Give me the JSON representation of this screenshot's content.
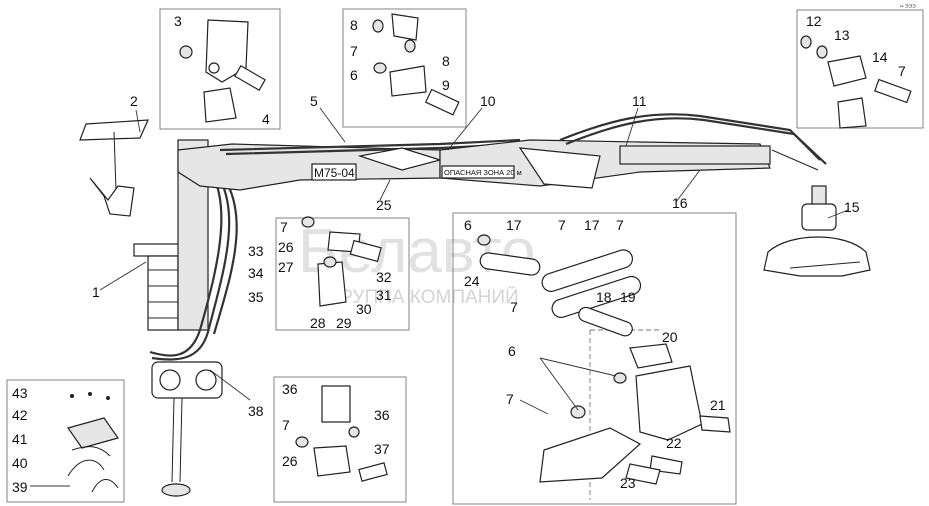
{
  "diagram": {
    "boom_sign": "М75-04",
    "danger_sign": "ОПАСНАЯ ЗОНА 20 м",
    "watermark": {
      "brand": "Белавто",
      "subtitle": "ГРУППА КОМПАНИЙ"
    },
    "corner_mark": "•• ЭЭЭ",
    "callouts": [
      {
        "id": "c1",
        "text": "1"
      },
      {
        "id": "c2",
        "text": "2"
      },
      {
        "id": "c3",
        "text": "3"
      },
      {
        "id": "c4",
        "text": "4"
      },
      {
        "id": "c5",
        "text": "5"
      },
      {
        "id": "c6a",
        "text": "6"
      },
      {
        "id": "c6b",
        "text": "6"
      },
      {
        "id": "c6c",
        "text": "6"
      },
      {
        "id": "c7a",
        "text": "7"
      },
      {
        "id": "c7b",
        "text": "7"
      },
      {
        "id": "c7c",
        "text": "7"
      },
      {
        "id": "c7d",
        "text": "7"
      },
      {
        "id": "c7e",
        "text": "7"
      },
      {
        "id": "c7f",
        "text": "7"
      },
      {
        "id": "c7g",
        "text": "7"
      },
      {
        "id": "c7h",
        "text": "7"
      },
      {
        "id": "c8a",
        "text": "8"
      },
      {
        "id": "c8b",
        "text": "8"
      },
      {
        "id": "c9",
        "text": "9"
      },
      {
        "id": "c10",
        "text": "10"
      },
      {
        "id": "c11",
        "text": "11"
      },
      {
        "id": "c12",
        "text": "12"
      },
      {
        "id": "c13",
        "text": "13"
      },
      {
        "id": "c14",
        "text": "14"
      },
      {
        "id": "c15",
        "text": "15"
      },
      {
        "id": "c16",
        "text": "16"
      },
      {
        "id": "c17a",
        "text": "17"
      },
      {
        "id": "c17b",
        "text": "17"
      },
      {
        "id": "c18",
        "text": "18"
      },
      {
        "id": "c19",
        "text": "19"
      },
      {
        "id": "c20",
        "text": "20"
      },
      {
        "id": "c21",
        "text": "21"
      },
      {
        "id": "c22",
        "text": "22"
      },
      {
        "id": "c23",
        "text": "23"
      },
      {
        "id": "c24",
        "text": "24"
      },
      {
        "id": "c25",
        "text": "25"
      },
      {
        "id": "c26a",
        "text": "26"
      },
      {
        "id": "c26b",
        "text": "26"
      },
      {
        "id": "c27",
        "text": "27"
      },
      {
        "id": "c28",
        "text": "28"
      },
      {
        "id": "c29",
        "text": "29"
      },
      {
        "id": "c30",
        "text": "30"
      },
      {
        "id": "c31",
        "text": "31"
      },
      {
        "id": "c32",
        "text": "32"
      },
      {
        "id": "c33",
        "text": "33"
      },
      {
        "id": "c34",
        "text": "34"
      },
      {
        "id": "c35",
        "text": "35"
      },
      {
        "id": "c36a",
        "text": "36"
      },
      {
        "id": "c36b",
        "text": "36"
      },
      {
        "id": "c37",
        "text": "37"
      },
      {
        "id": "c38",
        "text": "38"
      },
      {
        "id": "c39",
        "text": "39"
      },
      {
        "id": "c40",
        "text": "40"
      },
      {
        "id": "c41",
        "text": "41"
      },
      {
        "id": "c42",
        "text": "42"
      },
      {
        "id": "c43",
        "text": "43"
      }
    ]
  }
}
